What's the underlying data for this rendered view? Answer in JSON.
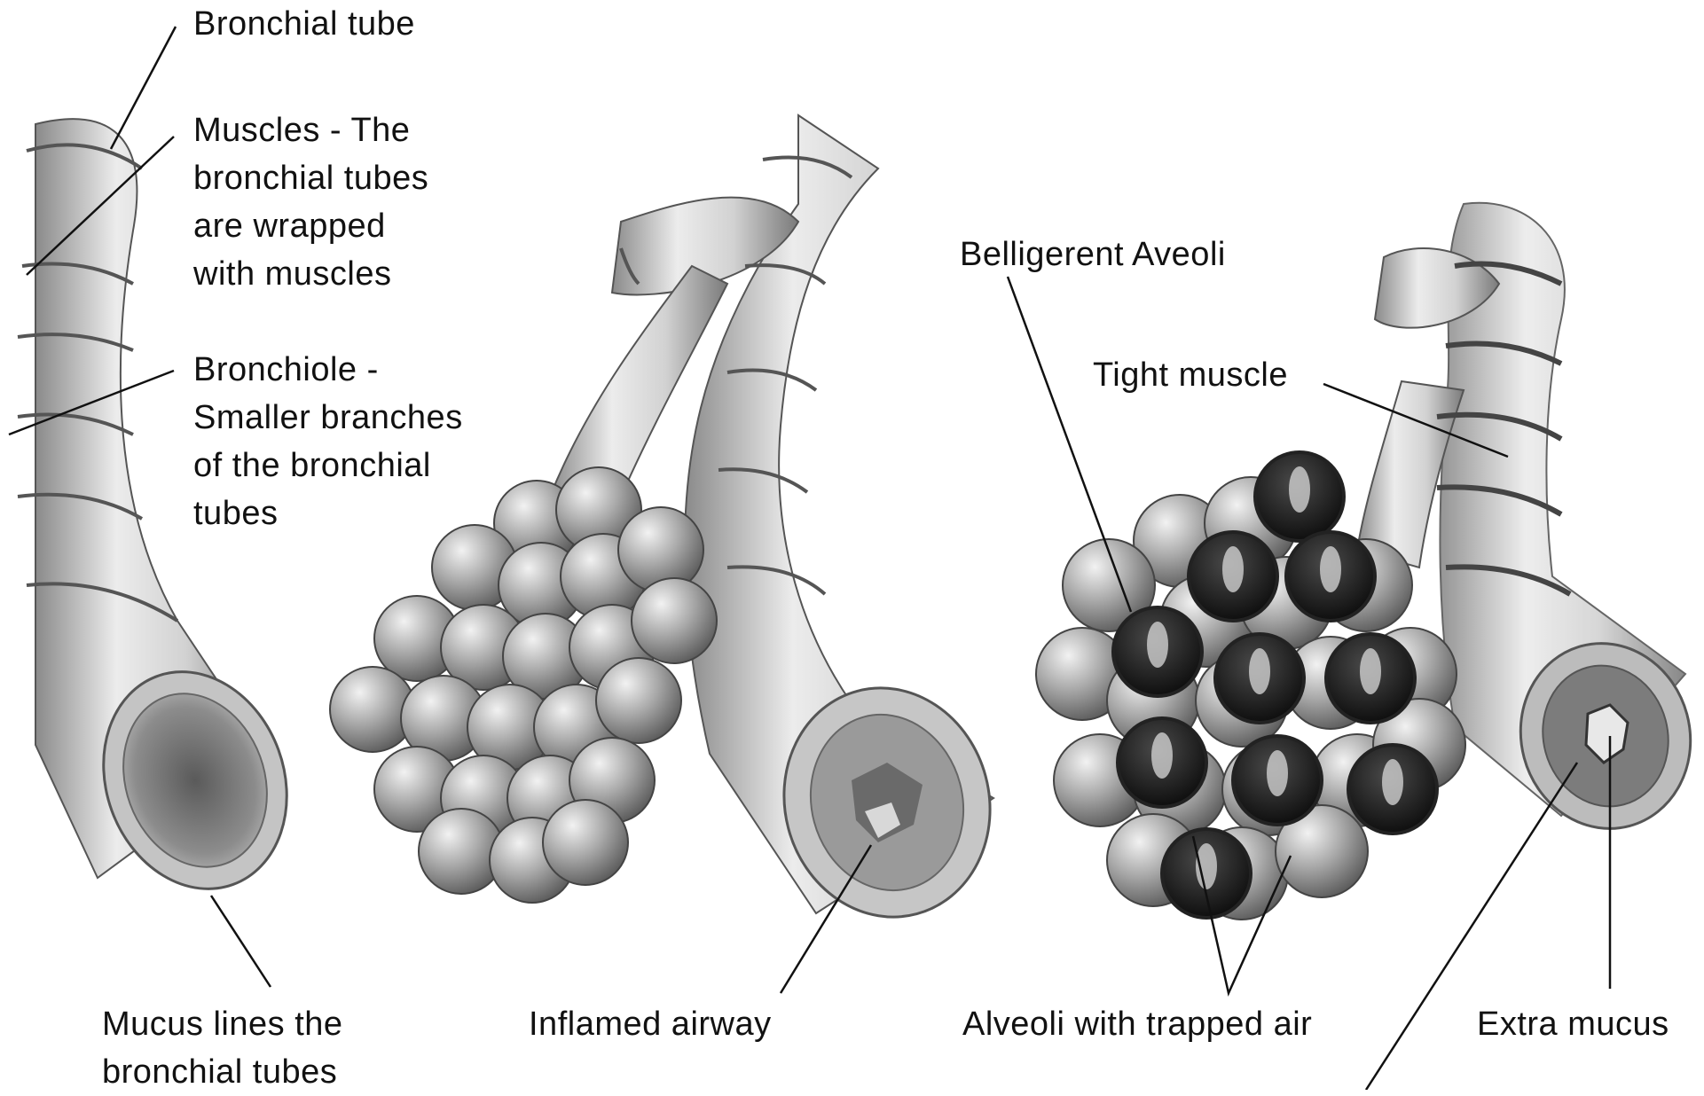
{
  "labels": {
    "bronchial_tube": "Bronchial tube",
    "muscles": [
      "Muscles - The",
      "bronchial tubes",
      "are wrapped",
      "with muscles"
    ],
    "bronchiole": [
      "Bronchiole -",
      "Smaller branches",
      "of the bronchial",
      "tubes"
    ],
    "mucus_lines": [
      "Mucus lines the",
      "bronchial tubes"
    ],
    "inflamed_airway": "Inflamed airway",
    "belligerent_aveoli": "Belligerent Aveoli",
    "tight_muscle": "Tight muscle",
    "alveoli_trapped_air": "Alveoli with trapped air",
    "extra_mucus": "Extra mucus"
  },
  "colors": {
    "tube_light": "#e8e8e8",
    "tube_mid": "#b8b8b8",
    "tube_dark": "#7a7a7a",
    "alveolus": "#9a9a9a",
    "trapped_air": "#1a1a1a",
    "leader_line": "#111111"
  }
}
